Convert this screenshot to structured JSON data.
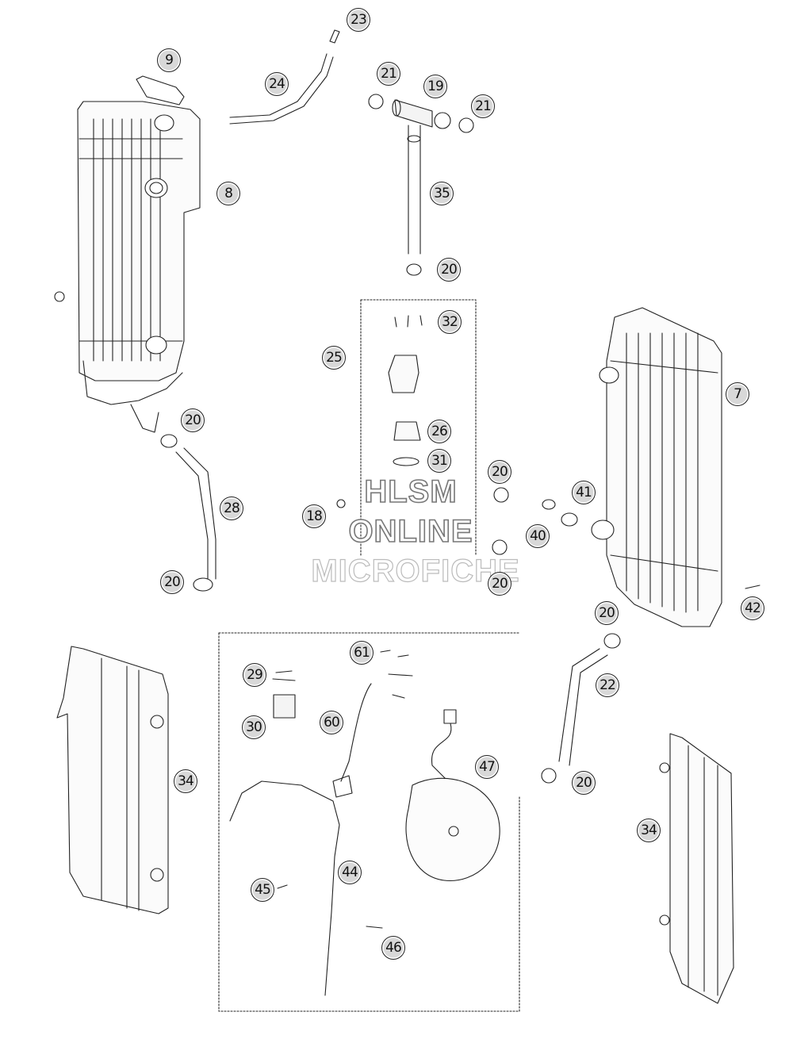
{
  "watermark": {
    "line1": "HLSM",
    "line2": "ONLINE",
    "line3": "MICROFICHE"
  },
  "callouts": [
    {
      "id": "c23",
      "label": "23"
    },
    {
      "id": "c9",
      "label": "9"
    },
    {
      "id": "c24",
      "label": "24"
    },
    {
      "id": "c21a",
      "label": "21"
    },
    {
      "id": "c19",
      "label": "19"
    },
    {
      "id": "c21b",
      "label": "21"
    },
    {
      "id": "c8",
      "label": "8"
    },
    {
      "id": "c35",
      "label": "35"
    },
    {
      "id": "c20a",
      "label": "20"
    },
    {
      "id": "c32",
      "label": "32"
    },
    {
      "id": "c25",
      "label": "25"
    },
    {
      "id": "c7",
      "label": "7"
    },
    {
      "id": "c20b",
      "label": "20"
    },
    {
      "id": "c26",
      "label": "26"
    },
    {
      "id": "c31",
      "label": "31"
    },
    {
      "id": "c20c",
      "label": "20"
    },
    {
      "id": "c41",
      "label": "41"
    },
    {
      "id": "c28",
      "label": "28"
    },
    {
      "id": "c18",
      "label": "18"
    },
    {
      "id": "c40",
      "label": "40"
    },
    {
      "id": "c20d",
      "label": "20"
    },
    {
      "id": "c20e",
      "label": "20"
    },
    {
      "id": "c42",
      "label": "42"
    },
    {
      "id": "c20f",
      "label": "20"
    },
    {
      "id": "c61",
      "label": "61"
    },
    {
      "id": "c29",
      "label": "29"
    },
    {
      "id": "c22",
      "label": "22"
    },
    {
      "id": "c30",
      "label": "30"
    },
    {
      "id": "c60",
      "label": "60"
    },
    {
      "id": "c34a",
      "label": "34"
    },
    {
      "id": "c47",
      "label": "47"
    },
    {
      "id": "c20g",
      "label": "20"
    },
    {
      "id": "c34b",
      "label": "34"
    },
    {
      "id": "c45",
      "label": "45"
    },
    {
      "id": "c44",
      "label": "44"
    },
    {
      "id": "c46",
      "label": "46"
    }
  ]
}
